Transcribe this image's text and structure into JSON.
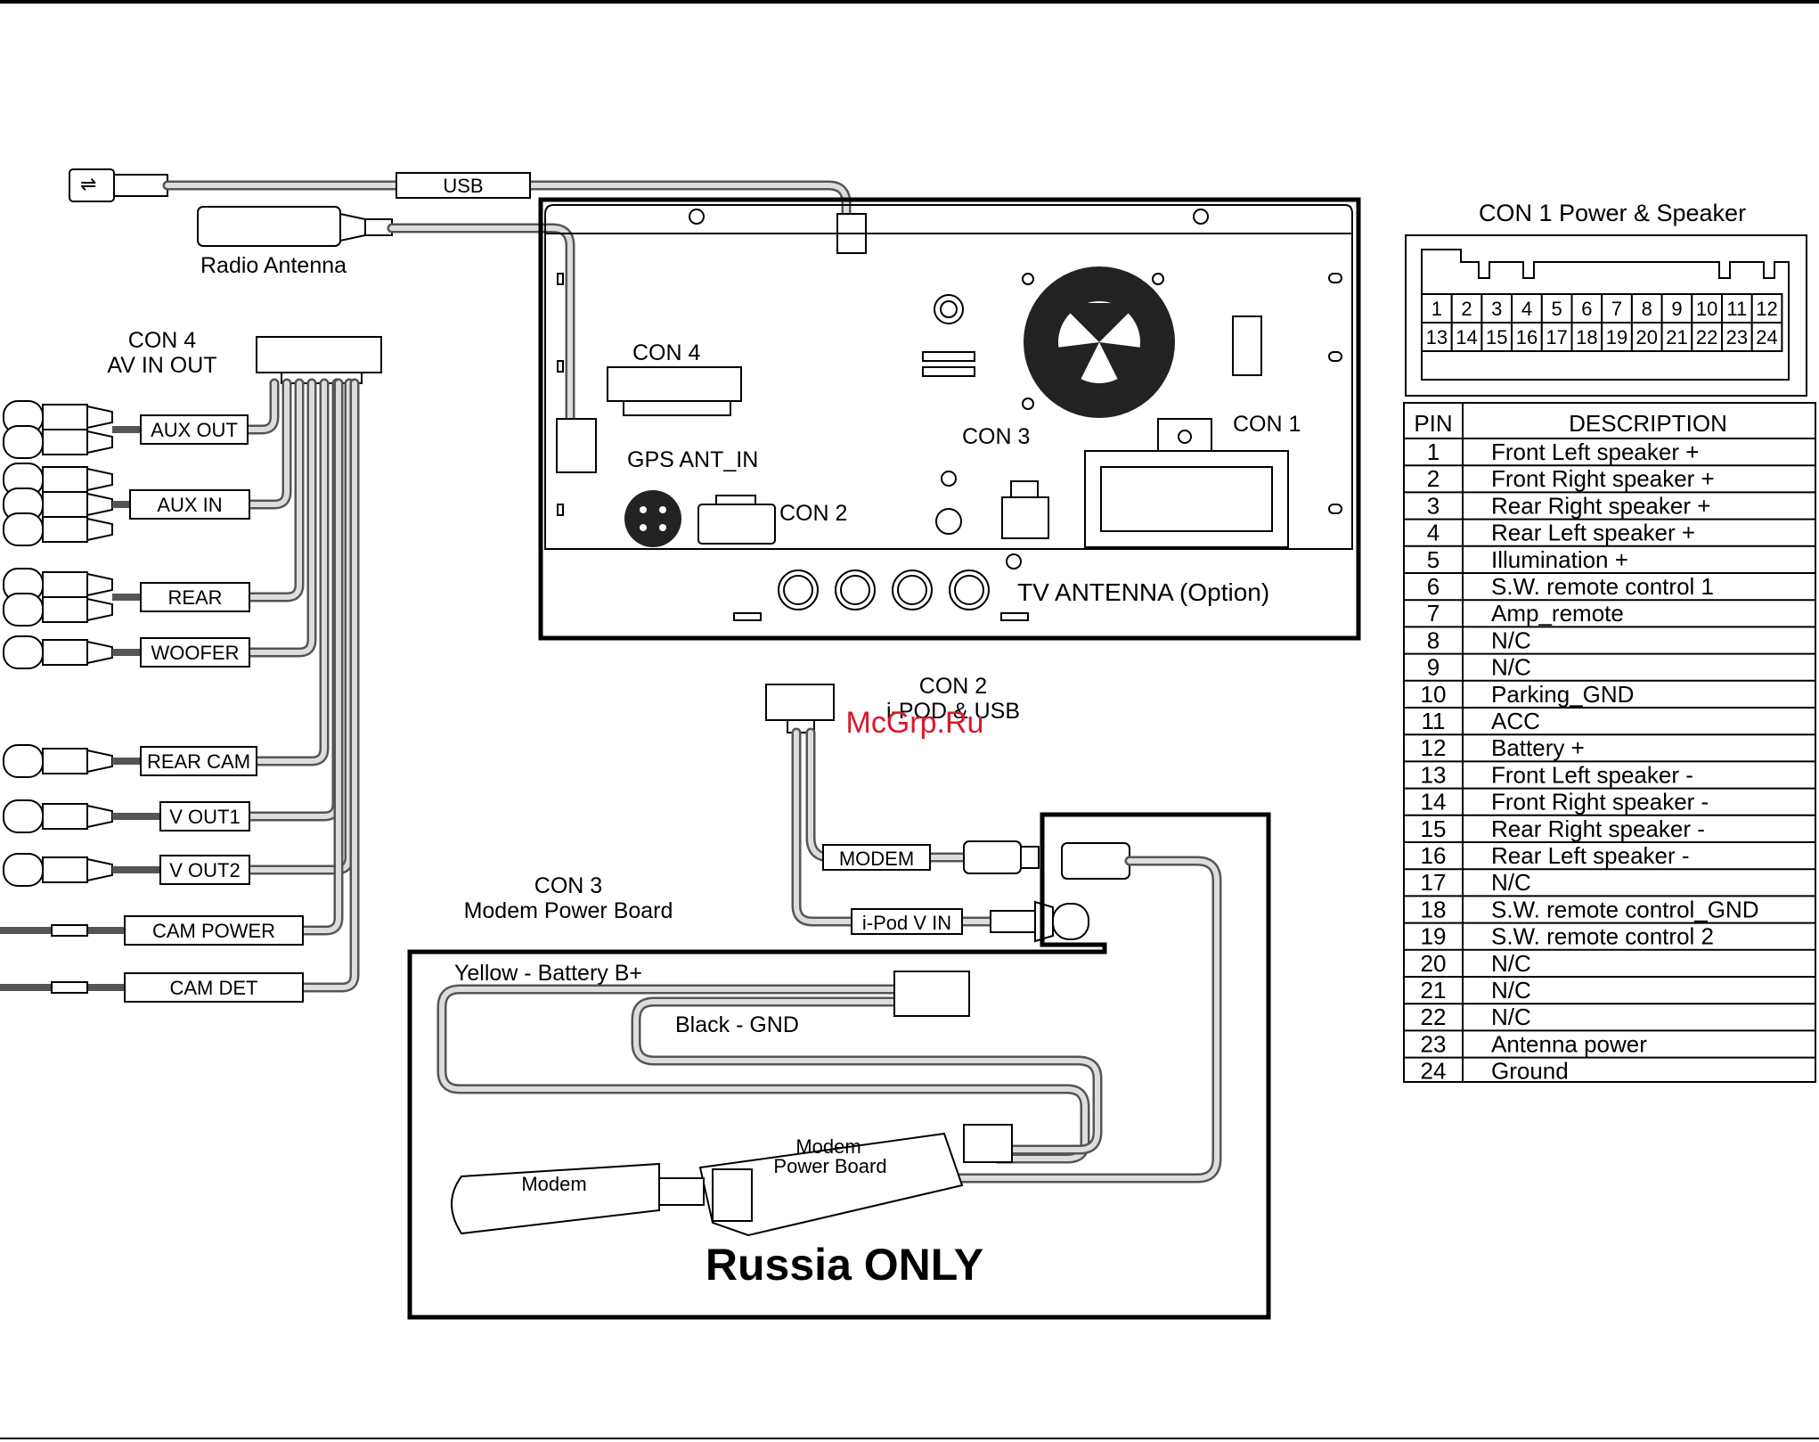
{
  "labels": {
    "usb": "USB",
    "radio_antenna": "Radio Antenna",
    "con4_title": "CON 4",
    "con4_subtitle": "AV IN OUT",
    "con4_unit": "CON 4",
    "gps_ant": "GPS ANT_IN",
    "con2_unit": "CON 2",
    "con3_unit": "CON 3",
    "con1_unit": "CON 1",
    "tv_antenna": "TV ANTENNA (Option)",
    "con2_title": "CON 2",
    "con2_subtitle": "i-POD & USB",
    "modem_cable": "MODEM",
    "ipod_v_in": "i-Pod V IN",
    "con3_title": "CON 3",
    "con3_subtitle": "Modem Power Board",
    "yellow": "Yellow - Battery B+",
    "black": "Black - GND",
    "modem_power_board_1": "Modem",
    "modem_power_board_2": "Power Board",
    "modem_stick": "Modem",
    "russia_only": "Russia ONLY",
    "watermark": "McGrp.Ru"
  },
  "av_cables": [
    "AUX OUT",
    "AUX IN",
    "REAR",
    "WOOFER",
    "REAR CAM",
    "V OUT1",
    "V OUT2",
    "CAM POWER",
    "CAM DET"
  ],
  "con1": {
    "title": "CON 1  Power & Speaker",
    "pins_top": [
      "1",
      "2",
      "3",
      "4",
      "5",
      "6",
      "7",
      "8",
      "9",
      "10",
      "11",
      "12"
    ],
    "pins_bottom": [
      "13",
      "14",
      "15",
      "16",
      "17",
      "18",
      "19",
      "20",
      "21",
      "22",
      "23",
      "24"
    ],
    "table_headers": [
      "PIN",
      "DESCRIPTION"
    ],
    "rows": [
      {
        "pin": "1",
        "desc": "Front Left speaker +"
      },
      {
        "pin": "2",
        "desc": "Front Right speaker +"
      },
      {
        "pin": "3",
        "desc": "Rear Right speaker +"
      },
      {
        "pin": "4",
        "desc": "Rear Left speaker +"
      },
      {
        "pin": "5",
        "desc": "Illumination +"
      },
      {
        "pin": "6",
        "desc": "S.W. remote control 1"
      },
      {
        "pin": "7",
        "desc": "Amp_remote"
      },
      {
        "pin": "8",
        "desc": "N/C"
      },
      {
        "pin": "9",
        "desc": "N/C"
      },
      {
        "pin": "10",
        "desc": "Parking_GND"
      },
      {
        "pin": "11",
        "desc": "ACC"
      },
      {
        "pin": "12",
        "desc": "Battery +"
      },
      {
        "pin": "13",
        "desc": "Front Left speaker -"
      },
      {
        "pin": "14",
        "desc": "Front Right speaker -"
      },
      {
        "pin": "15",
        "desc": "Rear Right speaker -"
      },
      {
        "pin": "16",
        "desc": "Rear Left speaker -"
      },
      {
        "pin": "17",
        "desc": "N/C"
      },
      {
        "pin": "18",
        "desc": "S.W. remote control_GND"
      },
      {
        "pin": "19",
        "desc": "S.W. remote control 2"
      },
      {
        "pin": "20",
        "desc": "N/C"
      },
      {
        "pin": "21",
        "desc": "N/C"
      },
      {
        "pin": "22",
        "desc": "N/C"
      },
      {
        "pin": "23",
        "desc": "Antenna power"
      },
      {
        "pin": "24",
        "desc": "Ground"
      }
    ]
  }
}
